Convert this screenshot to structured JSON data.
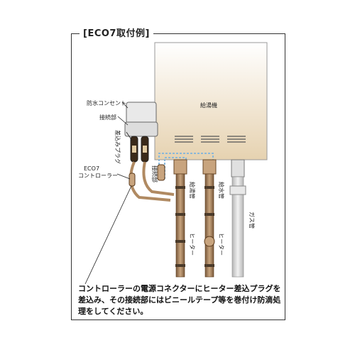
{
  "title": "[ECO7取付例]",
  "labels": {
    "heater_unit": "給湯機",
    "outlet": "防水コンセント",
    "junction_top": "接続部",
    "plug": "差込みプラグ",
    "controller_line1": "ECO7",
    "controller_line2": "コントローラー",
    "junction_side": "接続部",
    "hot_pipe": "給湯管",
    "water_pipe": "給水管",
    "gas_pipe": "ガス管",
    "heater_left": "ヒーター",
    "heater_right": "ヒーター"
  },
  "caption": "コントローラーの電源コネクターにヒーター差込プラグを差込み、その接続部にはビニールテープ等を巻付け防滴処理をしてください。",
  "colors": {
    "unit": "#efe3cc",
    "pipe": "#8a6a4a",
    "gas": "#d9d9d9",
    "tape": "#4a3a2a"
  }
}
